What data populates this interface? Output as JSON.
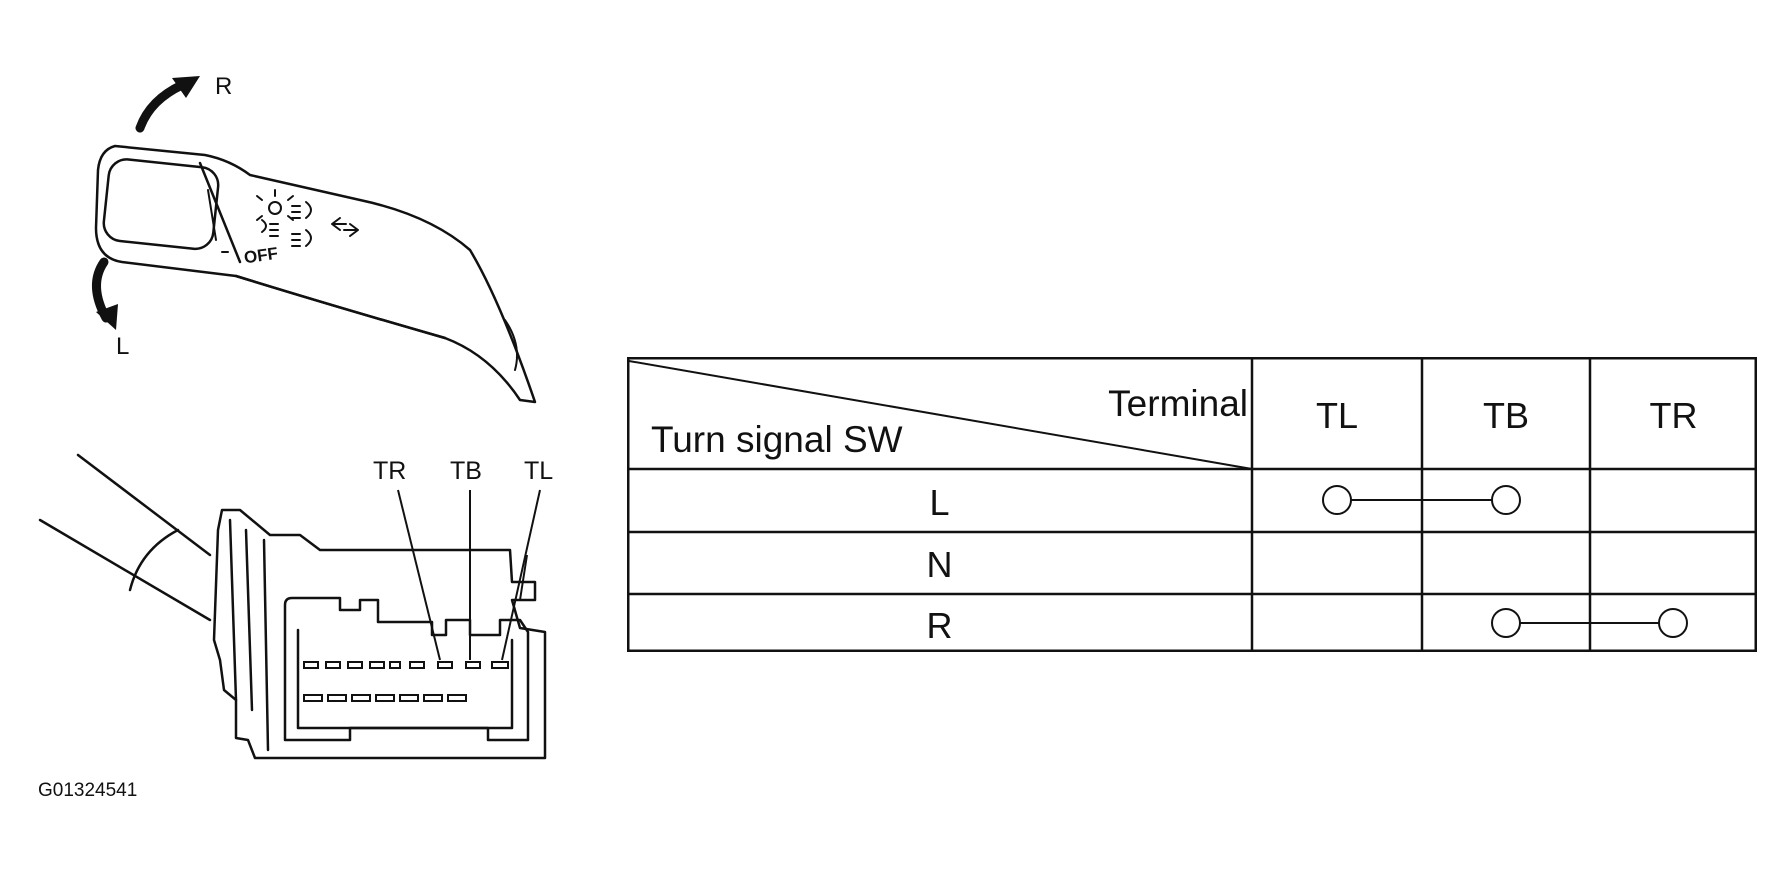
{
  "figure_id": "G01324541",
  "lever": {
    "arrow_up_label": "R",
    "arrow_down_label": "L",
    "switch_text": "OFF"
  },
  "connector": {
    "terminals": [
      "TR",
      "TB",
      "TL"
    ]
  },
  "table": {
    "corner_row_label": "Turn signal SW",
    "corner_col_label": "Terminal",
    "columns": [
      "TL",
      "TB",
      "TR"
    ],
    "rows": [
      {
        "label": "L",
        "connected": [
          "TL",
          "TB"
        ]
      },
      {
        "label": "N",
        "connected": []
      },
      {
        "label": "R",
        "connected": [
          "TB",
          "TR"
        ]
      }
    ]
  }
}
